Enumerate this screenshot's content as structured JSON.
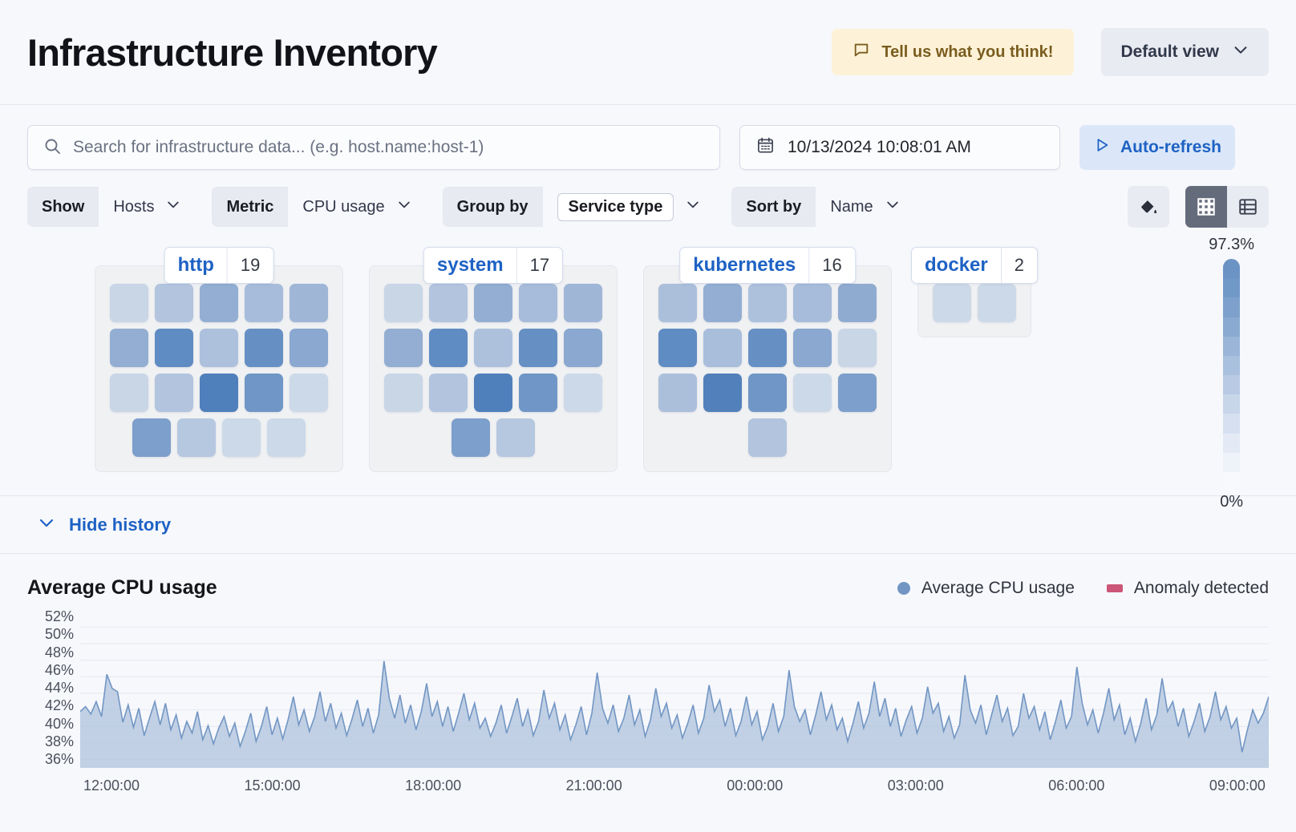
{
  "header": {
    "title": "Infrastructure Inventory",
    "feedback_label": "Tell us what you think!",
    "feedback_icon": "comment-icon",
    "view_label": "Default view",
    "view_icon": "chevron-down-icon",
    "accent_amber_bg": "#fdf2d7",
    "accent_amber_text": "#7a5c1e"
  },
  "search": {
    "placeholder": "Search for infrastructure data... (e.g. host.name:host-1)",
    "value": "",
    "icon": "search-icon",
    "date_value": "10/13/2024 10:08:01 AM",
    "date_icon": "calendar-icon",
    "refresh_label": "Auto-refresh",
    "refresh_icon": "play-icon",
    "refresh_bg": "#dbe7f8",
    "refresh_text": "#1e62c4"
  },
  "filters": [
    {
      "label": "Show",
      "value": "Hosts",
      "pill": false
    },
    {
      "label": "Metric",
      "value": "CPU usage",
      "pill": false
    },
    {
      "label": "Group by",
      "value": "Service type",
      "pill": true
    },
    {
      "label": "Sort by",
      "value": "Name",
      "pill": false
    }
  ],
  "toolbar": {
    "fill_icon": "paint-bucket-icon",
    "grid_icon": "grid-view-icon",
    "table_icon": "table-view-icon",
    "active_view": "grid"
  },
  "legend_scale": {
    "top_label": "97.3%",
    "bottom_label": "0%",
    "stops": [
      "#6b93c4",
      "#6f96c6",
      "#7f a2cb",
      "#8aa9cf",
      "#9cb5d6",
      "#aac0dd",
      "#bbcce4",
      "#c9d7ea",
      "#d7e1f0",
      "#e4ebf5",
      "#eef2f9",
      "#f6f8fc"
    ]
  },
  "groups": [
    {
      "name": "http",
      "count": "19",
      "rows": [
        [
          "#c8d6e6",
          "#b2c4de",
          "#93aed2",
          "#a7bcda",
          "#9fb6d7"
        ],
        [
          "#93aed2",
          "#5f8cc2",
          "#adc1dd",
          "#6690c4",
          "#8aa8d0"
        ],
        [
          "#c8d6e6",
          "#b2c4de",
          "#4f80bb",
          "#6f96c6",
          "#cbd9e8"
        ],
        [
          "#7c9fcb",
          "#b6c7e0",
          "#cbd9e8",
          "#cbd9e8"
        ]
      ]
    },
    {
      "name": "system",
      "count": "17",
      "rows": [
        [
          "#c8d6e6",
          "#b2c4de",
          "#93aed2",
          "#a7bcda",
          "#9fb6d7"
        ],
        [
          "#93aed2",
          "#5f8cc2",
          "#adc1dd",
          "#6690c4",
          "#8aa8d0"
        ],
        [
          "#c8d6e6",
          "#b2c4de",
          "#4f80bb",
          "#6f96c6",
          "#cbd9e8"
        ],
        [
          "#7c9fcb",
          "#b6c7e0"
        ]
      ]
    },
    {
      "name": "kubernetes",
      "count": "16",
      "rows": [
        [
          "#abbfdb",
          "#93aed2",
          "#adc1dd",
          "#a7bcda",
          "#90abd0"
        ],
        [
          "#5f8cc2",
          "#a9bedb",
          "#6690c4",
          "#8aa8d0",
          "#c8d6e6"
        ],
        [
          "#abbfdb",
          "#5280ba",
          "#6f96c6",
          "#ccd9e8",
          "#7c9fcb"
        ],
        [
          "#b2c4de"
        ]
      ]
    },
    {
      "name": "docker",
      "count": "2",
      "rows": [
        [
          "#ccd9e8",
          "#ccd9e8"
        ]
      ]
    }
  ],
  "history": {
    "toggle_label": "Hide history",
    "toggle_icon": "chevron-down-icon"
  },
  "chart_data": {
    "type": "area",
    "title": "Average CPU usage",
    "xlabel": "",
    "ylabel": "",
    "ylim": [
      35,
      53
    ],
    "ytick_labels": [
      "52%",
      "50%",
      "48%",
      "46%",
      "44%",
      "42%",
      "40%",
      "38%",
      "36%"
    ],
    "ytick_values": [
      52,
      50,
      48,
      46,
      44,
      42,
      40,
      38,
      36
    ],
    "xtick_labels": [
      "12:00:00",
      "15:00:00",
      "18:00:00",
      "21:00:00",
      "00:00:00",
      "03:00:00",
      "06:00:00",
      "09:00:00"
    ],
    "grid": true,
    "legend_position": "top-right",
    "series": [
      {
        "name": "Average CPU usage",
        "color": "#7296c4",
        "fill": "#b7c9df",
        "values": [
          41.8,
          42.4,
          41.5,
          43.0,
          41.2,
          46.3,
          44.6,
          44.2,
          40.5,
          42.6,
          39.9,
          42.2,
          38.9,
          41.0,
          43.0,
          40.2,
          42.8,
          39.6,
          41.4,
          38.6,
          40.6,
          39.2,
          41.8,
          38.4,
          40.1,
          37.9,
          39.8,
          41.2,
          38.8,
          40.4,
          37.6,
          39.4,
          41.6,
          38.2,
          40.0,
          42.4,
          39.0,
          41.0,
          38.5,
          40.8,
          43.6,
          40.2,
          42.0,
          39.4,
          41.2,
          44.2,
          40.6,
          42.8,
          39.8,
          41.6,
          38.9,
          40.9,
          43.2,
          40.0,
          42.2,
          39.2,
          41.4,
          47.9,
          43.4,
          41.0,
          43.8,
          40.4,
          42.6,
          39.6,
          41.8,
          45.2,
          41.2,
          43.0,
          40.0,
          42.4,
          39.4,
          41.6,
          44.0,
          40.8,
          42.8,
          39.8,
          41.0,
          38.8,
          40.4,
          42.6,
          39.2,
          41.2,
          43.4,
          40.0,
          42.0,
          38.9,
          40.6,
          44.4,
          41.0,
          42.8,
          39.6,
          41.4,
          38.4,
          40.2,
          42.4,
          39.0,
          41.6,
          46.5,
          42.2,
          40.4,
          42.6,
          39.4,
          41.0,
          43.8,
          40.2,
          42.0,
          38.8,
          40.8,
          44.6,
          41.2,
          42.8,
          39.8,
          41.4,
          38.6,
          40.4,
          42.6,
          39.2,
          41.0,
          45.0,
          41.8,
          43.2,
          40.0,
          42.2,
          38.9,
          40.6,
          43.6,
          40.2,
          41.8,
          38.4,
          40.0,
          42.8,
          39.4,
          41.2,
          46.8,
          42.4,
          40.6,
          42.0,
          39.0,
          41.4,
          44.2,
          40.8,
          42.6,
          39.6,
          41.0,
          38.2,
          40.4,
          43.0,
          39.8,
          41.6,
          45.4,
          41.2,
          43.4,
          40.0,
          42.2,
          38.8,
          40.8,
          42.4,
          39.2,
          41.0,
          44.8,
          41.6,
          42.8,
          39.4,
          41.2,
          38.6,
          40.2,
          46.2,
          42.0,
          40.4,
          42.6,
          39.0,
          41.4,
          43.8,
          40.6,
          42.2,
          38.9,
          40.0,
          44.0,
          41.0,
          42.4,
          39.6,
          41.8,
          38.4,
          40.6,
          43.2,
          39.8,
          41.2,
          47.2,
          42.8,
          40.2,
          42.0,
          39.2,
          41.6,
          44.6,
          40.8,
          42.6,
          39.0,
          41.0,
          38.2,
          40.4,
          43.4,
          39.6,
          41.4,
          45.8,
          41.8,
          43.0,
          40.0,
          42.2,
          38.8,
          40.6,
          42.8,
          39.4,
          41.2,
          44.2,
          40.8,
          42.4,
          39.8,
          41.0,
          36.9,
          39.6,
          42.0,
          40.4,
          41.6,
          43.6
        ]
      },
      {
        "name": "Anomaly detected",
        "color": "#cc5578",
        "values": []
      }
    ]
  }
}
